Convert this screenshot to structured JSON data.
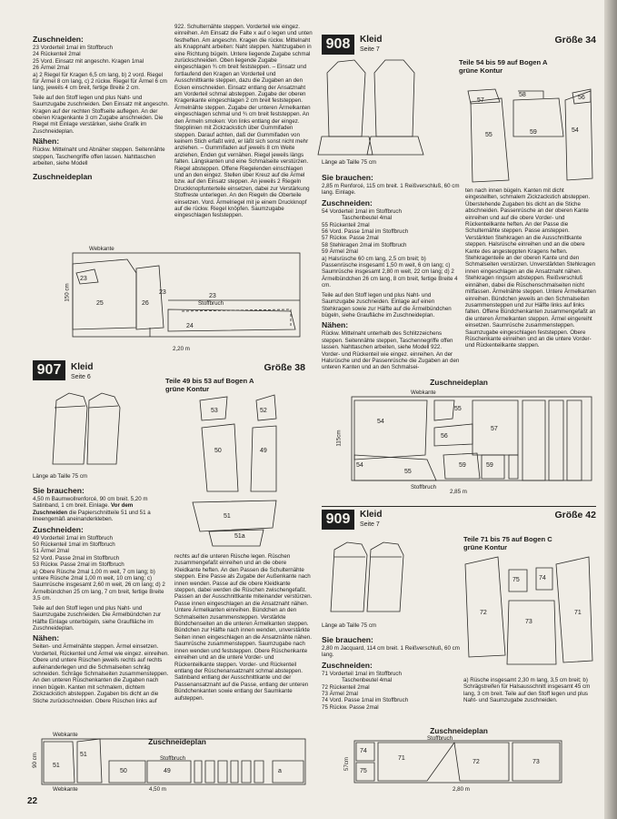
{
  "page_number": "22",
  "top_left": {
    "heading_zuschneiden": "Zuschneiden:",
    "zuschneiden": [
      "23  Vorderteil 1mal im Stoffbruch",
      "24  Rückenteil 2mal",
      "25  Vord. Einsatz mit angeschn. Kragen 1mal",
      "26  Ärmel 2mal"
    ],
    "zuschneiden_text": "a) 2 Riegel für Kragen 6,5 cm lang, b) 2 vord. Riegel für Ärmel 8 cm lang, c) 2 rückw. Riegel für Ärmel 6 cm lang, jeweils 4 cm breit, fertige Breite 2 cm.",
    "zugabe_text": "Teile auf den Stoff legen und plus Naht- und Saumzugabe zuschneiden. Den Einsatz mit angeschn. Kragen auf der rechten Stoffseite auflegen. An der oberen Kragenkante 3 cm Zugabe anschneiden. Die Riegel mit Einlage verstärken, siehe Grafik im Zuschneideplan.",
    "heading_naehen": "Nähen:",
    "naehen_text": "Rückw. Mittelnaht und Abnäher steppen. Seitennähte steppen, Taschengriffe offen lassen. Nahttaschen arbeiten, siehe Modell",
    "plan_title": "Zuschneideplan",
    "plan_labels": {
      "webkante": "Webkante",
      "stoffbruch": "Stoffbruch",
      "height": "150 cm",
      "width": "2,20 m"
    }
  },
  "top_middle": {
    "text": "922. Schulternähte steppen. Vorderteil wie eingez. einreihen. Am Einsatz die Falte x auf o legen und unten festheften. Am angeschn. Kragen die rückw. Mittelnaht als Knappnaht arbeiten: Naht steppen. Nahtzugaben in eine Richtung bügeln. Untere liegende Zugabe schmal zurückschneiden. Oben liegende Zugabe eingeschlagen ¾ cm breit feststeppen. – Einsatz und fortlaufend den Kragen an Vorderteil und Ausschnittkante steppen, dazu die Zugaben an den Ecken einschneiden. Einsatz entlang der Ansatznaht am Vorderteil schmal absteppen. Zugabe der oberen Kragenkante eingeschlagen 2 cm breit feststeppen. Ärmelnähte steppen. Zugabe der unteren Ärmelkanten eingeschlagen schmal und ¾ cm breit feststeppen. An den Ärmeln smoken: Von links entlang der eingez. Stepplinien mit Zickzackstich über Gummifaden steppen. Darauf achten, daß der Gummifaden von keinem Stich erfaßt wird, er läßt sich sonst nicht mehr anziehen. – Gummifaden auf jeweils 8 cm Weite anziehen, Enden gut vernähen. Riegel jeweils längs falten. Längskanten und eine Schmalseite verstürzen. Riegel absteppen. Offene Riegelenden einschlagen und an den eingez. Stellen über Kreuz auf die Ärmel bzw. auf den Einsatz steppen. An jeweils 2 Riegeln Druckknopfunterteile einsetzen, dabei zur Verstärkung Stoffreste unterlegen. An den Riegeln die Oberteile einsetzen. Vord. Ärmelriegel mit je einem Druckknopf auf die rückw. Riegel knöpfen. Saumzugabe eingeschlagen feststeppen."
  },
  "model_907": {
    "number": "907",
    "title": "Kleid",
    "seite": "Seite 6",
    "groesse": "Größe 38",
    "teile": "Teile 49 bis 53 auf Bogen A",
    "kontur": "grüne Kontur",
    "laenge": "Länge ab Taille 75 cm",
    "heading_brauchen": "Sie brauchen:",
    "brauchen_text": "4,50 m Baumwollrenforcé, 90 cm breit. 5,20 m Satinband, 1 cm breit. Einlage.",
    "brauchen_bold": "Vor dem Zuschneiden",
    "brauchen_rest": "die Papierschnitteile 51 und 51 a lineengemäß aneinanderkleben.",
    "heading_zuschneiden": "Zuschneiden:",
    "zuschneiden": [
      "49  Vorderteil 1mal im Stoffbruch",
      "50  Rückenteil 1mal im Stoffbruch",
      "51  Ärmel 2mal",
      "52  Vord. Passe 2mal im Stoffbruch",
      "53  Rückw. Passe 2mal im Stoffbruch"
    ],
    "zuschneiden_text": "a) Obere Rüsche 2mal 1,00 m weit, 7 cm lang; b) untere Rüsche 2mal 1,00 m weit, 10 cm lang; c) Saumrüsche insgesamt 2,60 m weit, 26 cm lang; d) 2 Ärmelbündchen 25 cm lang, 7 cm breit, fertige Breite 3,5 cm.",
    "zugabe_text": "Teile auf den Stoff legen und plus Naht- und Saumzugabe zuschneiden. Die Ärmelbündchen zur Hälfte Einlage unterbügeln, siehe Grauflläche im Zuschneideplan.",
    "heading_naehen": "Nähen:",
    "naehen_text": "Seiten- und Ärmelnähte steppen. Ärmel einsetzen. Vorderteil, Rückenteil und Ärmel wie eingez. einreihen. Obere und untere Rüschen jeweils rechts auf rechts aufeinanderlegen und die Schmalseiten schräg schneiden. Schräge Schmalseiten zusammensteppen. An den unteren Rüschenkanten die Zugaben nach innen bügeln. Kanten mit schmalem, dichtem Zickzackstich absteppen. Zugaben bis dicht an die Stiche zurückschneiden. Obere Rüschen links auf",
    "middle_text": "rechts auf die unteren Rüsche legen. Rüschen zusammengefaßt einreihen und an die obere Kleidkante heften. An den Passen die Schulternähte steppen. Eine Passe als Zugabe der Außenkante nach innen wenden. Passe auf die obere Kleidkante steppen, dabei werden die Rüschen zwischengefaßt. Passen an der Ausschnittkante miteinander verstürzen. Passe innen eingeschlagen an die Ansatznaht nähen. Untere Ärmelkanten einreihen. Bündchen an den Schmalseiten zusammensteppen. Verstärkte Bündchenseiten an die unteren Ärmelkanten steppen. Bündchen zur Hälfte nach innen wenden, unverstärkte Seiten innen eingeschlagen an die Ansatznähte nähen. Saumrüsche zusammensteppen. Saumzugabe nach innen wenden und feststeppen. Obere Rüschenkante einreihen und an die untere Vorder- und Rückenteilkante steppen. Vorder- und Rückenteil entlang der Rüschenansatznaht schmal absteppen. Satinband entlang der Ausschnittkante und der Passenansatznaht auf die Passe, entlang der unteren Bündchenkanten sowie entlang der Saumkante aufsteppen.",
    "plan_title": "Zuschneideplan",
    "plan_labels": {
      "webkante_top": "Webkante",
      "webkante_bottom": "Webkante",
      "stoffbruch": "Stoffbruch",
      "height": "90 cm",
      "width": "4,50 m"
    }
  },
  "model_908": {
    "number": "908",
    "title": "Kleid",
    "seite": "Seite 7",
    "groesse": "Größe 34",
    "teile": "Teile 54 bis 59 auf Bogen A",
    "kontur": "grüne Kontur",
    "laenge": "Länge ab Taille 75 cm",
    "heading_brauchen": "Sie brauchen:",
    "brauchen_text": "2,85 m Renforcé, 115 cm breit. 1 Reißverschluß, 60 cm lang. Einlage.",
    "heading_zuschneiden": "Zuschneiden:",
    "zuschneiden": [
      "54  Vorderteil 1mal im Stoffbruch",
      "Taschenbeutel 4mal",
      "55  Rückenteil 2mal",
      "56  Vord. Passe 1mal im Stoffbruch",
      "57  Rückw. Passe 2mal",
      "58  Stehkragen 2mal im Stoffbruch",
      "59  Ärmel 2mal"
    ],
    "zuschneiden_text": "a) Halsrüsche 60 cm lang, 2,5 cm breit; b) Passenrüsche insgesamt 1,50 m weit, 6 cm lang; c) Saumrüsche insgesamt 2,80 m weit, 22 cm lang; d) 2 Ärmelbündchen 26 cm lang, 8 cm breit, fertige Breite 4 cm.",
    "zugabe_text": "Teile auf den Stoff legen und plus Naht- und Saumzugabe zuschneiden. Einlage auf einen Stehkragen sowie zur Hälfte auf die Ärmelbündchen bügeln, siehe Graufläche im Zuschneideplan.",
    "heading_naehen": "Nähen:",
    "naehen_text": "Rückw. Mittelnaht unterhalb des Schlitzzeichens steppen. Seitennähte steppen, Taschennegriffe offen lassen. Nahttaschen arbeiten, siehe Modell 922. Vorder- und Rückenteil wie eingez. einreihen. An der Halsrüsche und der Passenrüsche die Zugaben an den unteren Kanten und an den Schmalsei-",
    "right_text": "ten nach innen bügeln. Kanten mit dicht eingestellten, schmalem Zickzackstich absteppen. Überstehende Zugaben bis dicht an die Stiche abschneiden. Passenrüsche an der oberen Kante einreihen und auf die obere Vorder- und Rückenteilkante heften. An der Passe die Schulternähte steppen. Passe ansteppen. Verstärkten Stehkragen an die Ausschnittkante steppen. Halsrüsche einreihen und an die obere Kante des angesteppten Kragens heften. Stehkragenteile an der oberen Kante und den Schmalseiten verstürzen. Unverstärkten Stehkragen innen eingeschlagen an die Ansatznaht nähen. Stehkragen ringsum absteppen. Reißverschluß einnähen, dabei die Rüschenschmalseiten nicht mitfassen. Ärmelnähte steppen. Untere Ärmelkanten einreihen. Bündchen jeweils an den Schmalseiten zusammensteppen und zur Hälfte links auf links falten. Offene Bündchenkanten zusammengefaßt an die unteren Ärmelkanten steppen. Ärmel eingereiht einsetzen. Saumrüsche zusammensteppen. Saumzugabe eingeschlagen feststeppen. Obere Rüschenkante einreihen und an die untere Vorder- und Rückenteilkante steppen.",
    "plan_title": "Zuschneideplan",
    "plan_labels": {
      "webkante": "Webkante",
      "stoffbruch": "Stoffbruch",
      "height": "115cm",
      "width": "2,85 m"
    }
  },
  "model_909": {
    "number": "909",
    "title": "Kleid",
    "seite": "Seite 7",
    "groesse": "Größe 42",
    "teile": "Teile 71 bis 75 auf Bogen C",
    "kontur": "grüne Kontur",
    "laenge": "Länge ab Taille 75 cm",
    "heading_brauchen": "Sie brauchen:",
    "brauchen_text": "2,80 m Jacquard, 114 cm breit. 1 Reißverschluß, 60 cm lang.",
    "heading_zuschneiden": "Zuschneiden:",
    "zuschneiden": [
      "71  Vorderteil 1mal im Stoffbruch",
      "Taschenbeutel 4mal",
      "72  Rückenteil 2mal",
      "73  Ärmel 2mal",
      "74  Vord. Passe 1mal im Stoffbruch",
      "75  Rückw. Passe 2mal"
    ],
    "right_text": "a) Rüsche insgesamt 2,30 m lang, 3,5 cm breit; b) Schrägstreifen für Halsausschnitt insgesamt 45 cm lang, 3 cm breit. Teile auf den Stoff legen und plus Naht- und Saumzugabe zuschneiden.",
    "plan_title": "Zuschneideplan",
    "plan_labels": {
      "stoffbruch": "Stoffbruch",
      "height": "57cm",
      "width": "2,80 m"
    }
  }
}
